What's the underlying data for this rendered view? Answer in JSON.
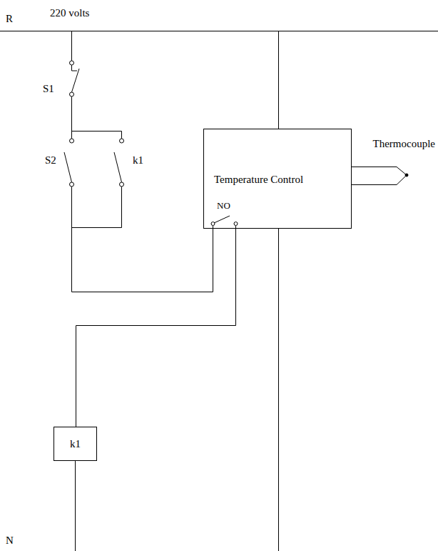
{
  "diagram": {
    "nodes": [
      {
        "text": [
          "Temperature Control",
          "NO"
        ]
      },
      {
        "text": [
          "k1"
        ]
      }
    ],
    "edges": [
      {
        "from": 0,
        "to": 1,
        "arrow": "none"
      }
    ],
    "labels": [
      "R",
      "220 volts",
      "S1",
      "S2",
      "k1",
      "Thermocouple",
      "N"
    ]
  }
}
